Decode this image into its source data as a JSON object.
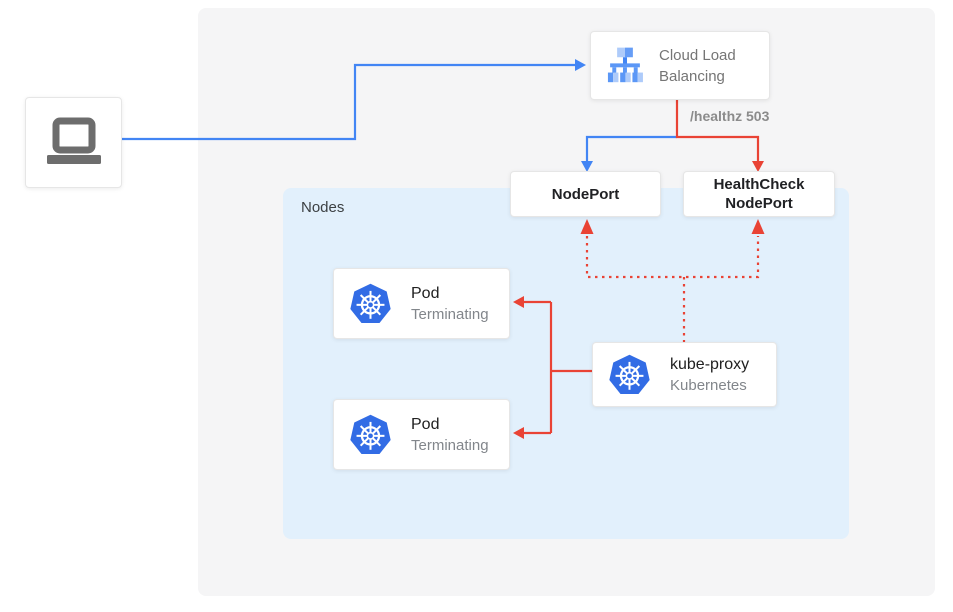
{
  "diagram": {
    "panel": {
      "nodes_label": "Nodes"
    },
    "client": {
      "icon": "laptop-icon"
    },
    "load_balancer": {
      "icon": "cloud-load-balancing-icon",
      "label": "Cloud Load Balancing"
    },
    "healthz_label": "/healthz 503",
    "nodeport": {
      "label": "NodePort"
    },
    "healthcheck_nodeport": {
      "label": "HealthCheck NodePort"
    },
    "pods": [
      {
        "icon": "kubernetes-icon",
        "title": "Pod",
        "subtitle": "Terminating"
      },
      {
        "icon": "kubernetes-icon",
        "title": "Pod",
        "subtitle": "Terminating"
      }
    ],
    "kube_proxy": {
      "icon": "kubernetes-icon",
      "title": "kube-proxy",
      "subtitle": "Kubernetes"
    },
    "colors": {
      "edge_blue": "#4285f4",
      "edge_red": "#e94335",
      "nodes_panel_bg": "#e2f0fc",
      "outer_panel_bg": "#f5f5f6",
      "kubernetes_blue": "#326ce5",
      "lb_icon_light_blue": "#aecbfa",
      "lb_icon_medium_blue": "#5b97f6"
    },
    "edges": [
      {
        "from": "client",
        "to": "cloud-load-balancing",
        "color": "blue",
        "style": "solid"
      },
      {
        "from": "cloud-load-balancing",
        "to": "nodeport",
        "color": "blue",
        "style": "solid"
      },
      {
        "from": "cloud-load-balancing",
        "to": "healthcheck-nodeport",
        "color": "red",
        "style": "solid",
        "label": "/healthz 503"
      },
      {
        "from": "kube-proxy",
        "to": "pod-1",
        "color": "red",
        "style": "solid"
      },
      {
        "from": "kube-proxy",
        "to": "pod-2",
        "color": "red",
        "style": "solid"
      },
      {
        "from": "kube-proxy",
        "to": "nodeport",
        "color": "red",
        "style": "dotted"
      },
      {
        "from": "kube-proxy",
        "to": "healthcheck-nodeport",
        "color": "red",
        "style": "dotted"
      }
    ]
  }
}
